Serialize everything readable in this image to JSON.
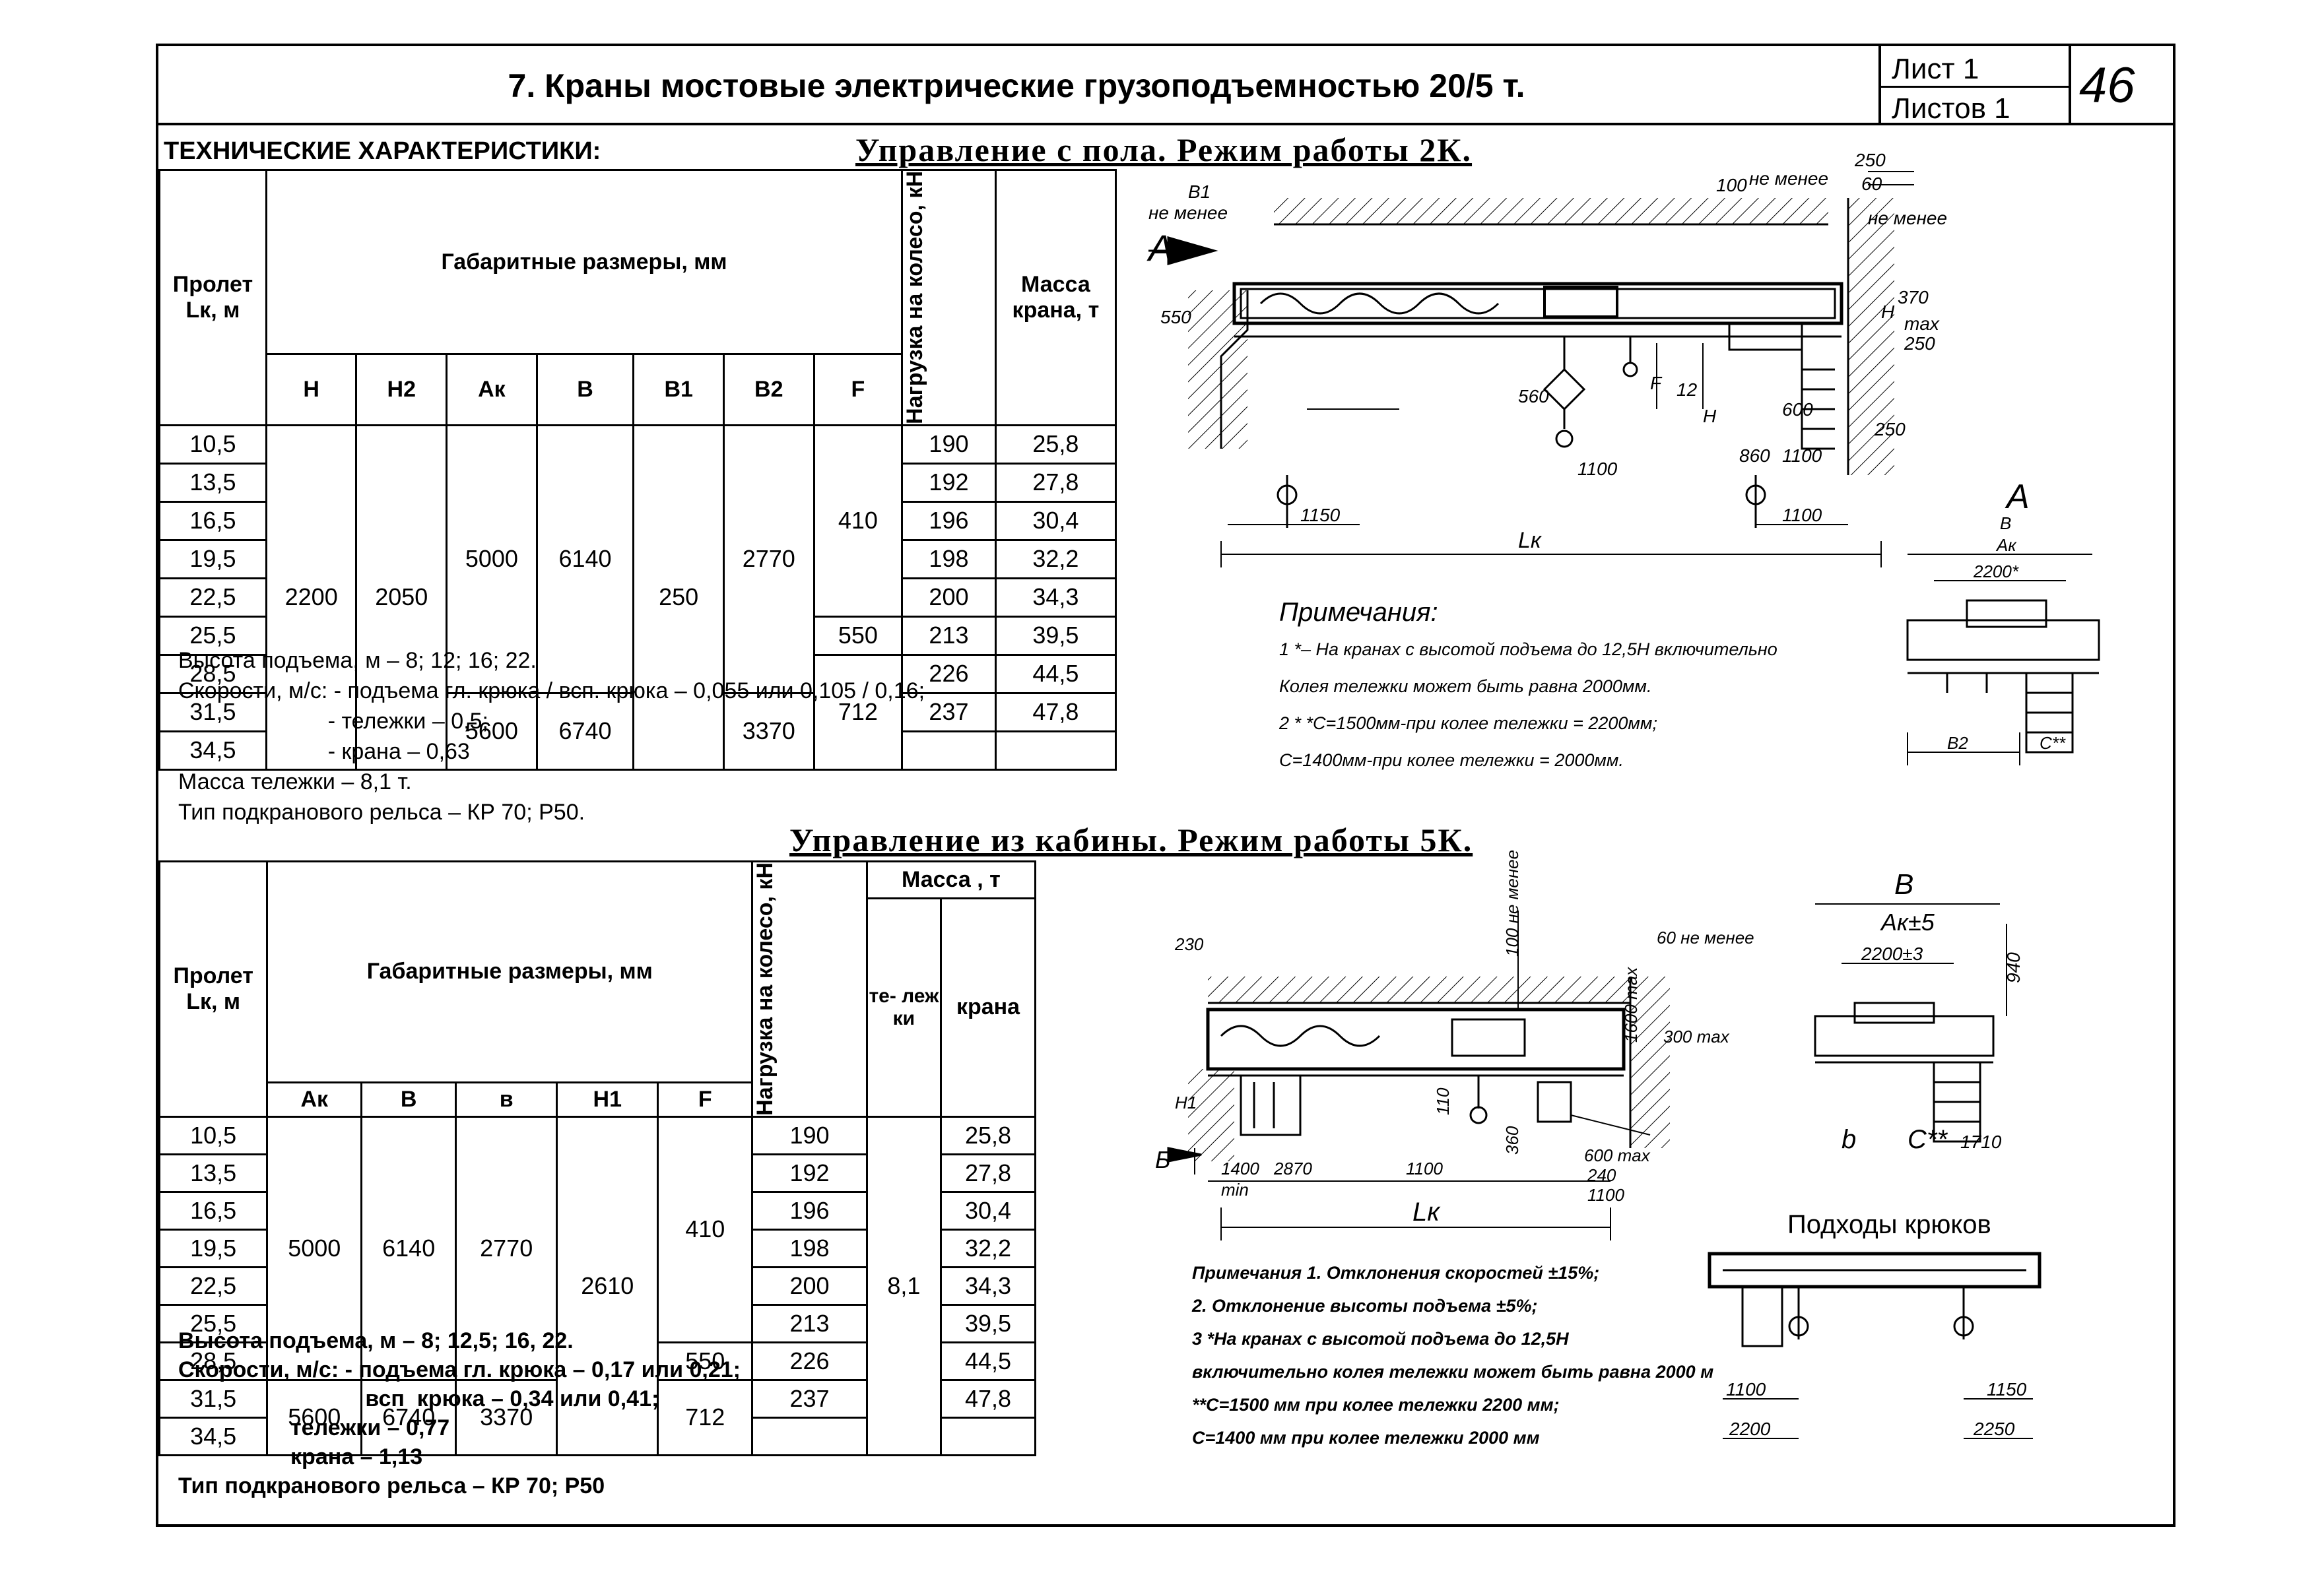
{
  "header": {
    "title": "7. Краны мостовые электрические грузоподъемностью 20/5 т.",
    "sheet_label": "Лист  1",
    "sheets_label": "Листов  1",
    "page_number": "46"
  },
  "tech_heading": "ТЕХНИЧЕСКИЕ ХАРАКТЕРИСТИКИ:",
  "section1": {
    "heading": "Управление с пола. Режим работы 2К.",
    "table": {
      "col_span": "Пролет Lк, м",
      "col_dims": "Габаритные размеры, мм",
      "col_load": "Нагрузка на колесо, кН",
      "col_mass": "Масса крана, т",
      "sub_headers": [
        "Н",
        "Н2",
        "Ак",
        "В",
        "В1",
        "В2",
        "F"
      ],
      "spans": [
        "10,5",
        "13,5",
        "16,5",
        "19,5",
        "22,5",
        "25,5",
        "28,5",
        "31,5",
        "34,5"
      ],
      "H": "2200",
      "H2": "2050",
      "Ak_a": "5000",
      "Ak_b": "5600",
      "B_a": "6140",
      "B_b": "6740",
      "B1": "250",
      "B2_a": "2770",
      "B2_b": "3370",
      "F_a": "410",
      "F_b": "550",
      "F_c": "712",
      "loads": [
        "190",
        "192",
        "196",
        "198",
        "200",
        "213",
        "226",
        "237",
        ""
      ],
      "masses": [
        "25,8",
        "27,8",
        "30,4",
        "32,2",
        "34,3",
        "39,5",
        "44,5",
        "47,8",
        ""
      ]
    },
    "notes": [
      "Высота подъема, м – 8; 12; 16; 22.",
      "Скорости, м/с: - подъема гл. крюка / всп. крюка – 0,055 или 0,105 / 0,16;",
      "                        - тележки – 0,5;",
      "                        - крана – 0,63",
      "Масса тележки – 8,1 т.",
      "Тип подкранового рельса – КР 70; Р50."
    ],
    "drawing_notes": [
      "Примечания:",
      "1  *– На кранах с высотой подъема до 12,5Н включительно",
      "    Колея тележки может быть равна 2000мм.",
      "2 * *С=1500мм-при колее тележки = 2200мм;",
      "       С=1400мм-при колее тележки = 2000мм."
    ]
  },
  "section2": {
    "heading": "Управление из кабины. Режим работы 5К.",
    "table": {
      "col_span": "Пролет Lк, м",
      "col_dims": "Габаритные размеры, мм",
      "col_load": "Нагрузка на колесо, кН",
      "col_mass": "Масса , т",
      "col_trolley": "те- леж ки",
      "col_crane": "крана",
      "sub_headers": [
        "Ак",
        "В",
        "в",
        "Н1",
        "F"
      ],
      "spans": [
        "10,5",
        "13,5",
        "16,5",
        "19,5",
        "22,5",
        "25,5",
        "28,5",
        "31,5",
        "34,5"
      ],
      "Ak_a": "5000",
      "Ak_b": "5600",
      "B_a": "6140",
      "B_b": "6740",
      "b_a": "2770",
      "b_b": "3370",
      "H1": "2610",
      "F_a": "410",
      "F_b": "550",
      "F_c": "712",
      "trolley_mass": "8,1",
      "loads": [
        "190",
        "192",
        "196",
        "198",
        "200",
        "213",
        "226",
        "237",
        ""
      ],
      "masses": [
        "25,8",
        "27,8",
        "30,4",
        "32,2",
        "34,3",
        "39,5",
        "44,5",
        "47,8",
        ""
      ]
    },
    "notes": [
      "Высота подъема, м – 8; 12,5; 16, 22.",
      "Скорости, м/с: - подъема гл. крюка – 0,17 или 0,21;",
      "                              всп  крюка – 0,34 или 0,41;",
      "                  тележки – 0,77",
      "                  крана – 1,13",
      "Тип подкранового рельса – КР 70; Р50"
    ],
    "drawing_notes": [
      "Примечания  1. Отклонения скоростей ±15%;",
      "     2. Отклонение высоты подъема ±5%;",
      "     3  *На кранах с высотой подъема до 12,5Н",
      "     включительно колея тележки может быть равна 2000 м",
      "          **С=1500 мм при колее тележки 2200 мм;",
      "            С=1400 мм при колее тележки 2000 мм"
    ],
    "hook_title": "Подходы крюков"
  },
  "dims": {
    "d1": [
      "В1",
      "не менее",
      "А",
      "550",
      "100",
      "не менее",
      "250",
      "60",
      "не менее",
      "370",
      "max",
      "250",
      "Н",
      "560",
      "12",
      "F",
      "1100",
      "Н",
      "860",
      "1100",
      "600",
      "250",
      "1150",
      "1100",
      "Lк"
    ],
    "d2": [
      "А",
      "В",
      "Ак",
      "2200*",
      "В2",
      "С**"
    ],
    "d3": [
      "230",
      "100 не менее",
      "60 не менее",
      "1600 max",
      "300 max",
      "Н1",
      "Б",
      "1400",
      "min",
      "2870",
      "1100",
      "110",
      "360",
      "600 max",
      "240",
      "1100",
      "Lк"
    ],
    "d4": [
      "В",
      "Ак±5",
      "2200±3",
      "940",
      "b",
      "С**",
      "1710"
    ],
    "d5": [
      "1100",
      "2200",
      "1150",
      "2250"
    ]
  }
}
